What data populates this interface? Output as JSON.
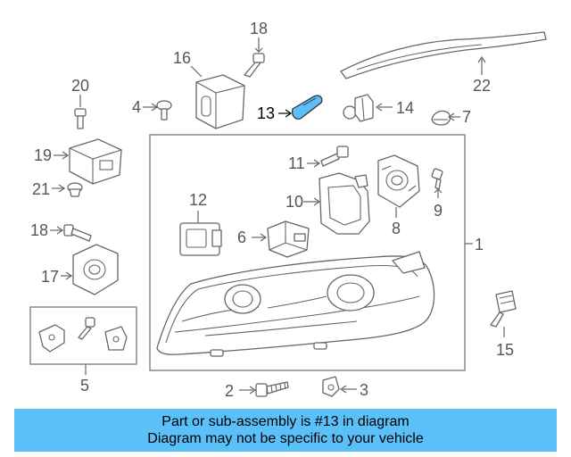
{
  "diagram": {
    "callouts": {
      "c1": "1",
      "c2": "2",
      "c3": "3",
      "c4": "4",
      "c5": "5",
      "c6": "6",
      "c7": "7",
      "c8": "8",
      "c9": "9",
      "c10": "10",
      "c11": "11",
      "c12": "12",
      "c13": "13",
      "c14": "14",
      "c15": "15",
      "c16": "16",
      "c17": "17",
      "c18_top": "18",
      "c18_left": "18",
      "c19": "19",
      "c20": "20",
      "c21": "21",
      "c22": "22"
    },
    "highlighted_part": "13",
    "highlight_color": "#5bc0f8"
  },
  "banner": {
    "line1": "Part or sub-assembly is #13 in diagram",
    "line2": "Diagram may not be specific to your vehicle",
    "background": "#5bc0f8"
  }
}
